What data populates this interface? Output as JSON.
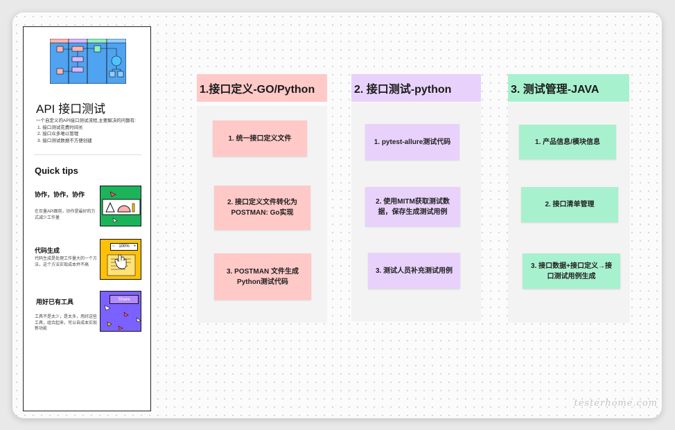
{
  "panel": {
    "title": "API 接口测试",
    "desc_intro": "一个自定义的API接口测试流程,主要解决的问题有:",
    "desc_items": [
      "1. 接口测试花费时间长",
      "2. 接口众多难以管理",
      "3. 接口测试数据不方便创建"
    ],
    "tips_title": "Quick tips",
    "tips": [
      {
        "heading": "协作，协作，协作",
        "text": "在巨量API面前，协作是最好的方式减少工作量"
      },
      {
        "heading": "代码生成",
        "text": "代码生成是处理工作量大的一个方法，这个方法实现成本并不高"
      },
      {
        "heading": "用好已有工具",
        "text": "工具不是太少，是太多，用好这些工具，组合起来，可以自成本实现新功能"
      }
    ],
    "tip_images": {
      "zoom_label": "100%",
      "zoom_minus": "−",
      "zoom_plus": "+",
      "share_label": "Share"
    }
  },
  "columns": [
    {
      "title": "1.接口定义-GO/Python",
      "color": "#ffc9c7",
      "cards": [
        "1. 统一接口定义文件",
        "2. 接口定义文件转化为POSTMAN: Go实现",
        "3. POSTMAN 文件生成Python测试代码"
      ]
    },
    {
      "title": "2. 接口测试-python",
      "color": "#e8d2fb",
      "cards": [
        "1. pytest-allure测试代码",
        "2. 使用MITM获取测试数据，保存生成测试用例",
        "3. 测试人员补充测试用例"
      ]
    },
    {
      "title": "3. 测试管理-JAVA",
      "color": "#a8f1cf",
      "cards": [
        "1. 产品信息/模块信息",
        "2. 接口清单管理",
        "3. 接口数据+接口定义→接口测试用例生成"
      ]
    }
  ],
  "watermark": "testerhome.com",
  "colors": {
    "pink": "#ffc9c7",
    "purple": "#e8d2fb",
    "green": "#a8f1cf",
    "tip1_bg": "#1cb35a",
    "tip2_bg": "#ffc107",
    "tip3_bg": "#7b61ff"
  }
}
